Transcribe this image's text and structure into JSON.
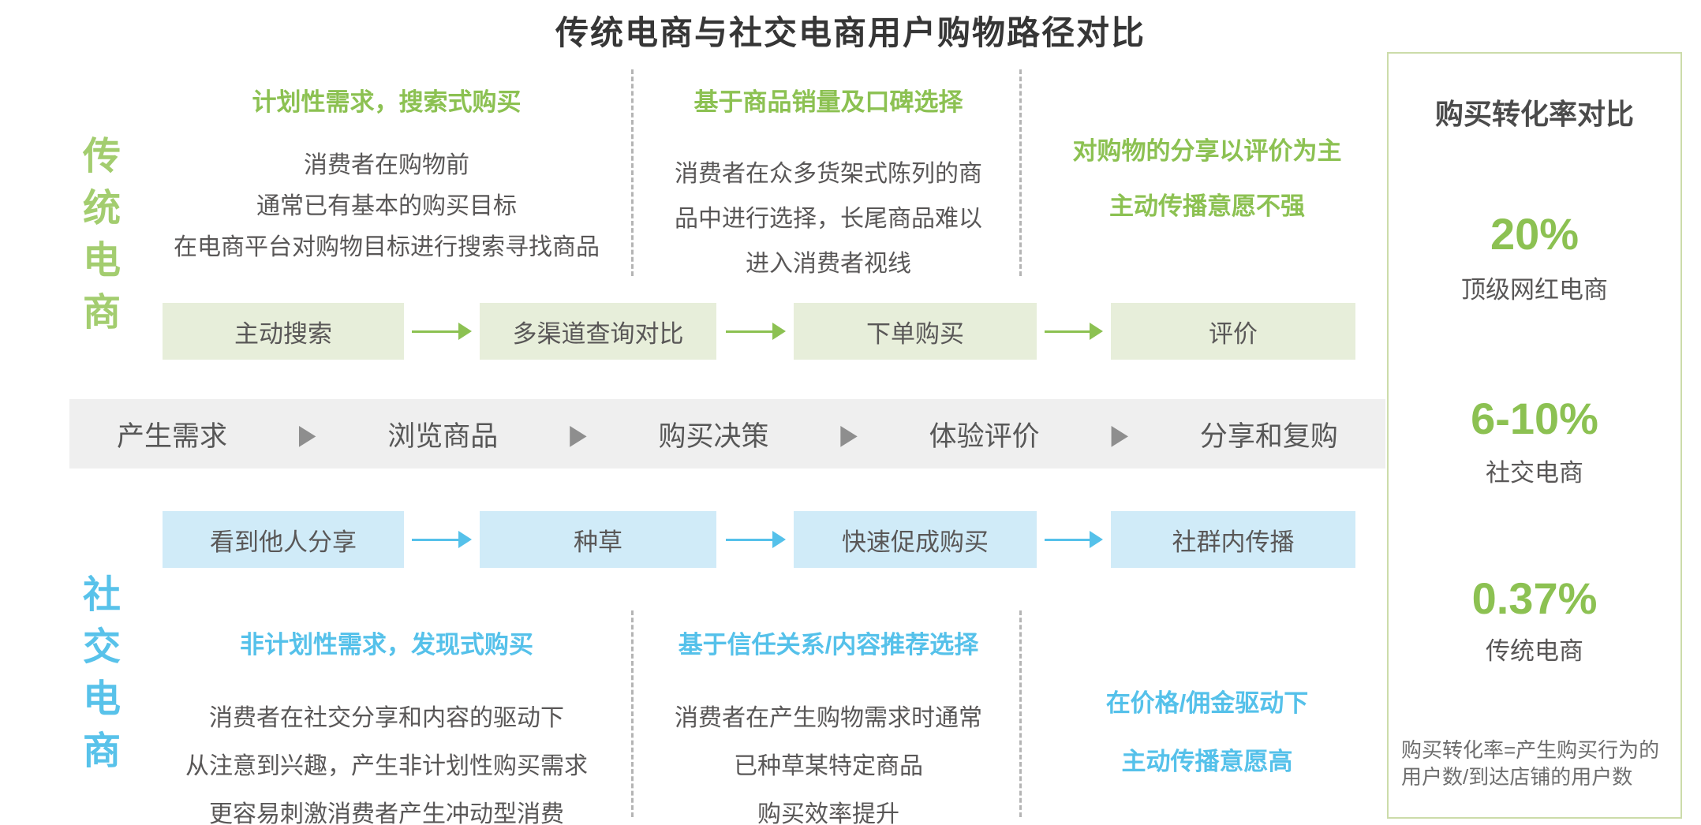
{
  "title": "传统电商与社交电商用户购物路径对比",
  "traditional": {
    "label": "传统电商",
    "columns": [
      {
        "header": "计划性需求，搜索式购买",
        "lines": [
          "消费者在购物前",
          "通常已有基本的购买目标",
          "在电商平台对购物目标进行搜索寻找商品"
        ]
      },
      {
        "header": "基于商品销量及口碑选择",
        "lines": [
          "消费者在众多货架式陈列的商",
          "品中进行选择，长尾商品难以",
          "进入消费者视线"
        ]
      },
      {
        "header_lines": [
          "对购物的分享以评价为主",
          "主动传播意愿不强"
        ]
      }
    ],
    "flow": [
      "主动搜索",
      "多渠道查询对比",
      "下单购买",
      "评价"
    ]
  },
  "journey": {
    "arrow": "▶",
    "stages": [
      "产生需求",
      "浏览商品",
      "购买决策",
      "体验评价",
      "分享和复购"
    ]
  },
  "social": {
    "label": "社交电商",
    "flow": [
      "看到他人分享",
      "种草",
      "快速促成购买",
      "社群内传播"
    ],
    "columns": [
      {
        "header": "非计划性需求，发现式购买",
        "lines": [
          "消费者在社交分享和内容的驱动下",
          "从注意到兴趣，产生非计划性购买需求",
          "更容易刺激消费者产生冲动型消费"
        ]
      },
      {
        "header": "基于信任关系/内容推荐选择",
        "lines": [
          "消费者在产生购物需求时通常",
          "已种草某特定商品",
          "购买效率提升"
        ]
      },
      {
        "header_lines": [
          "在价格/佣金驱动下",
          "主动传播意愿高"
        ]
      }
    ]
  },
  "panel": {
    "title": "购买转化率对比",
    "stats": [
      {
        "value": "20%",
        "label": "顶级网红电商"
      },
      {
        "value": "6-10%",
        "label": "社交电商"
      },
      {
        "value": "0.37%",
        "label": "传统电商"
      }
    ],
    "footnote": "购买转化率=产生购买行为的用户数/到达店铺的用户数"
  },
  "colors": {
    "green_accent": "#8cc152",
    "green_label": "#a3cd6f",
    "green_box_bg": "#e7eeda",
    "blue_accent": "#55c1ea",
    "blue_box_bg": "#d0ebf8",
    "journey_bar_bg": "#efefef",
    "panel_border": "#ccdcaa",
    "body_text": "#595757"
  }
}
